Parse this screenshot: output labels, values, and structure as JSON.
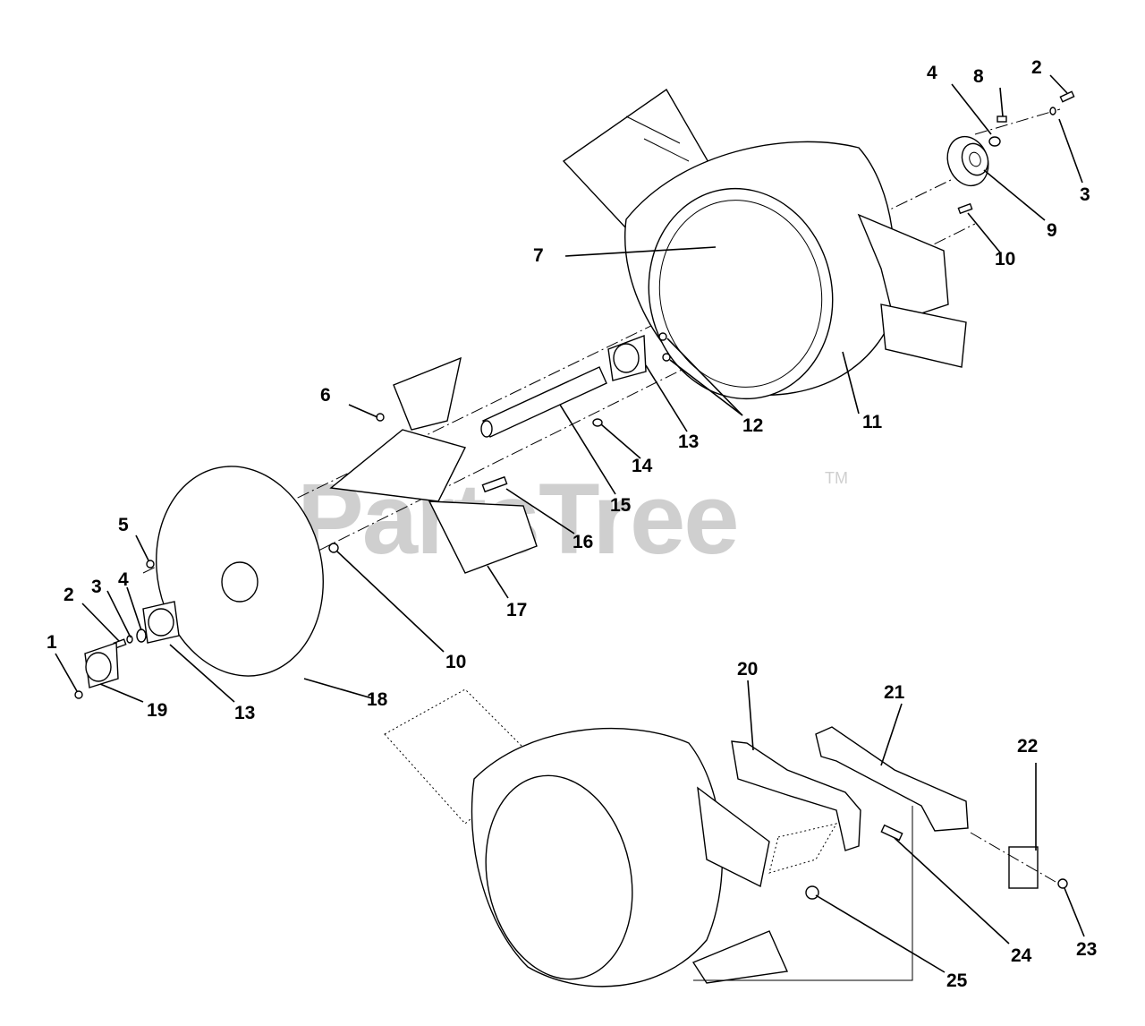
{
  "watermark": {
    "text": "PartsTree",
    "trademark": "TM"
  },
  "callouts": {
    "c1": "1",
    "c2_top": "2",
    "c2_left": "2",
    "c3_top": "3",
    "c3_left": "3",
    "c4_top": "4",
    "c4_left": "4",
    "c5": "5",
    "c6": "6",
    "c7": "7",
    "c8": "8",
    "c9": "9",
    "c10_top": "10",
    "c10_bottom": "10",
    "c11": "11",
    "c12": "12",
    "c13_mid": "13",
    "c13_left": "13",
    "c14": "14",
    "c15": "15",
    "c16": "16",
    "c17": "17",
    "c18": "18",
    "c19": "19",
    "c20": "20",
    "c21": "21",
    "c22": "22",
    "c23": "23",
    "c24": "24",
    "c25": "25"
  }
}
